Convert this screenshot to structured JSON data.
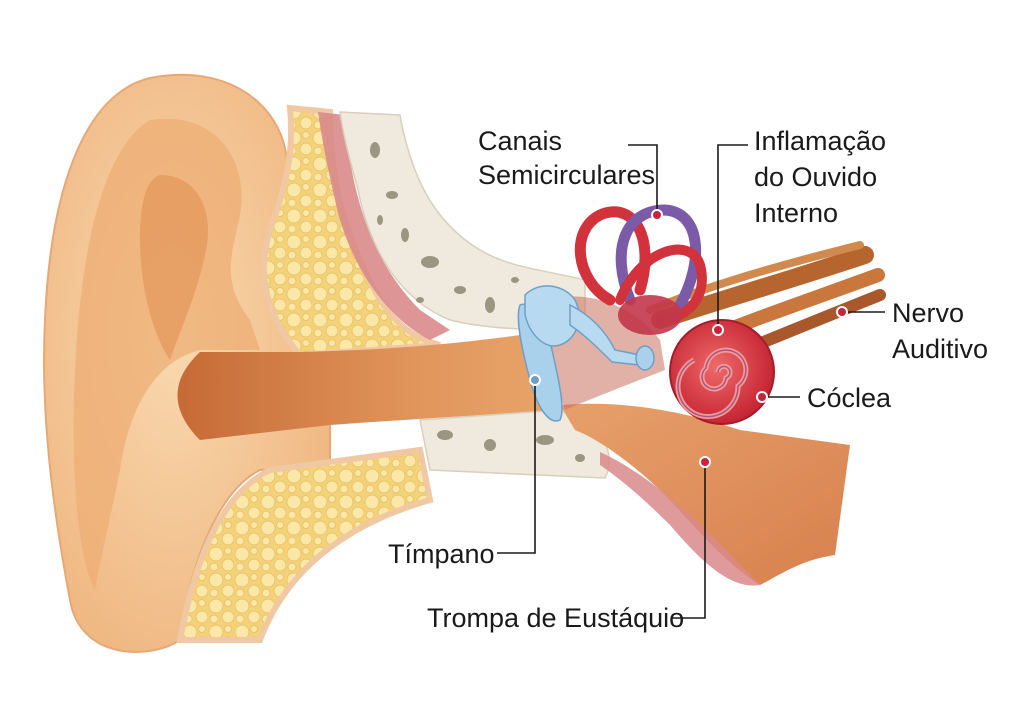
{
  "labels": {
    "canais": [
      "Canais",
      "Semicirculares"
    ],
    "inflamacao": [
      "Inflamação",
      "do Ouvido",
      "Interno"
    ],
    "nervo": [
      "Nervo",
      "Auditivo"
    ],
    "coclea": [
      "Cóclea"
    ],
    "timpano": [
      "Tímpano"
    ],
    "trompa": [
      "Trompa de Eustáquio"
    ]
  },
  "colors": {
    "skin_light": "#f6cfa0",
    "skin_mid": "#eca86e",
    "canal_dark": "#c8693a",
    "fat": "#f7dc8c",
    "bone": "#efeadd",
    "muscle": "#d98a8a",
    "ossicle": "#a9d1ec",
    "inflamed": "#d2323c",
    "canal_purple": "#7b5aa8",
    "nerve": "#b7652e",
    "leader_dot": "#c8233c"
  }
}
